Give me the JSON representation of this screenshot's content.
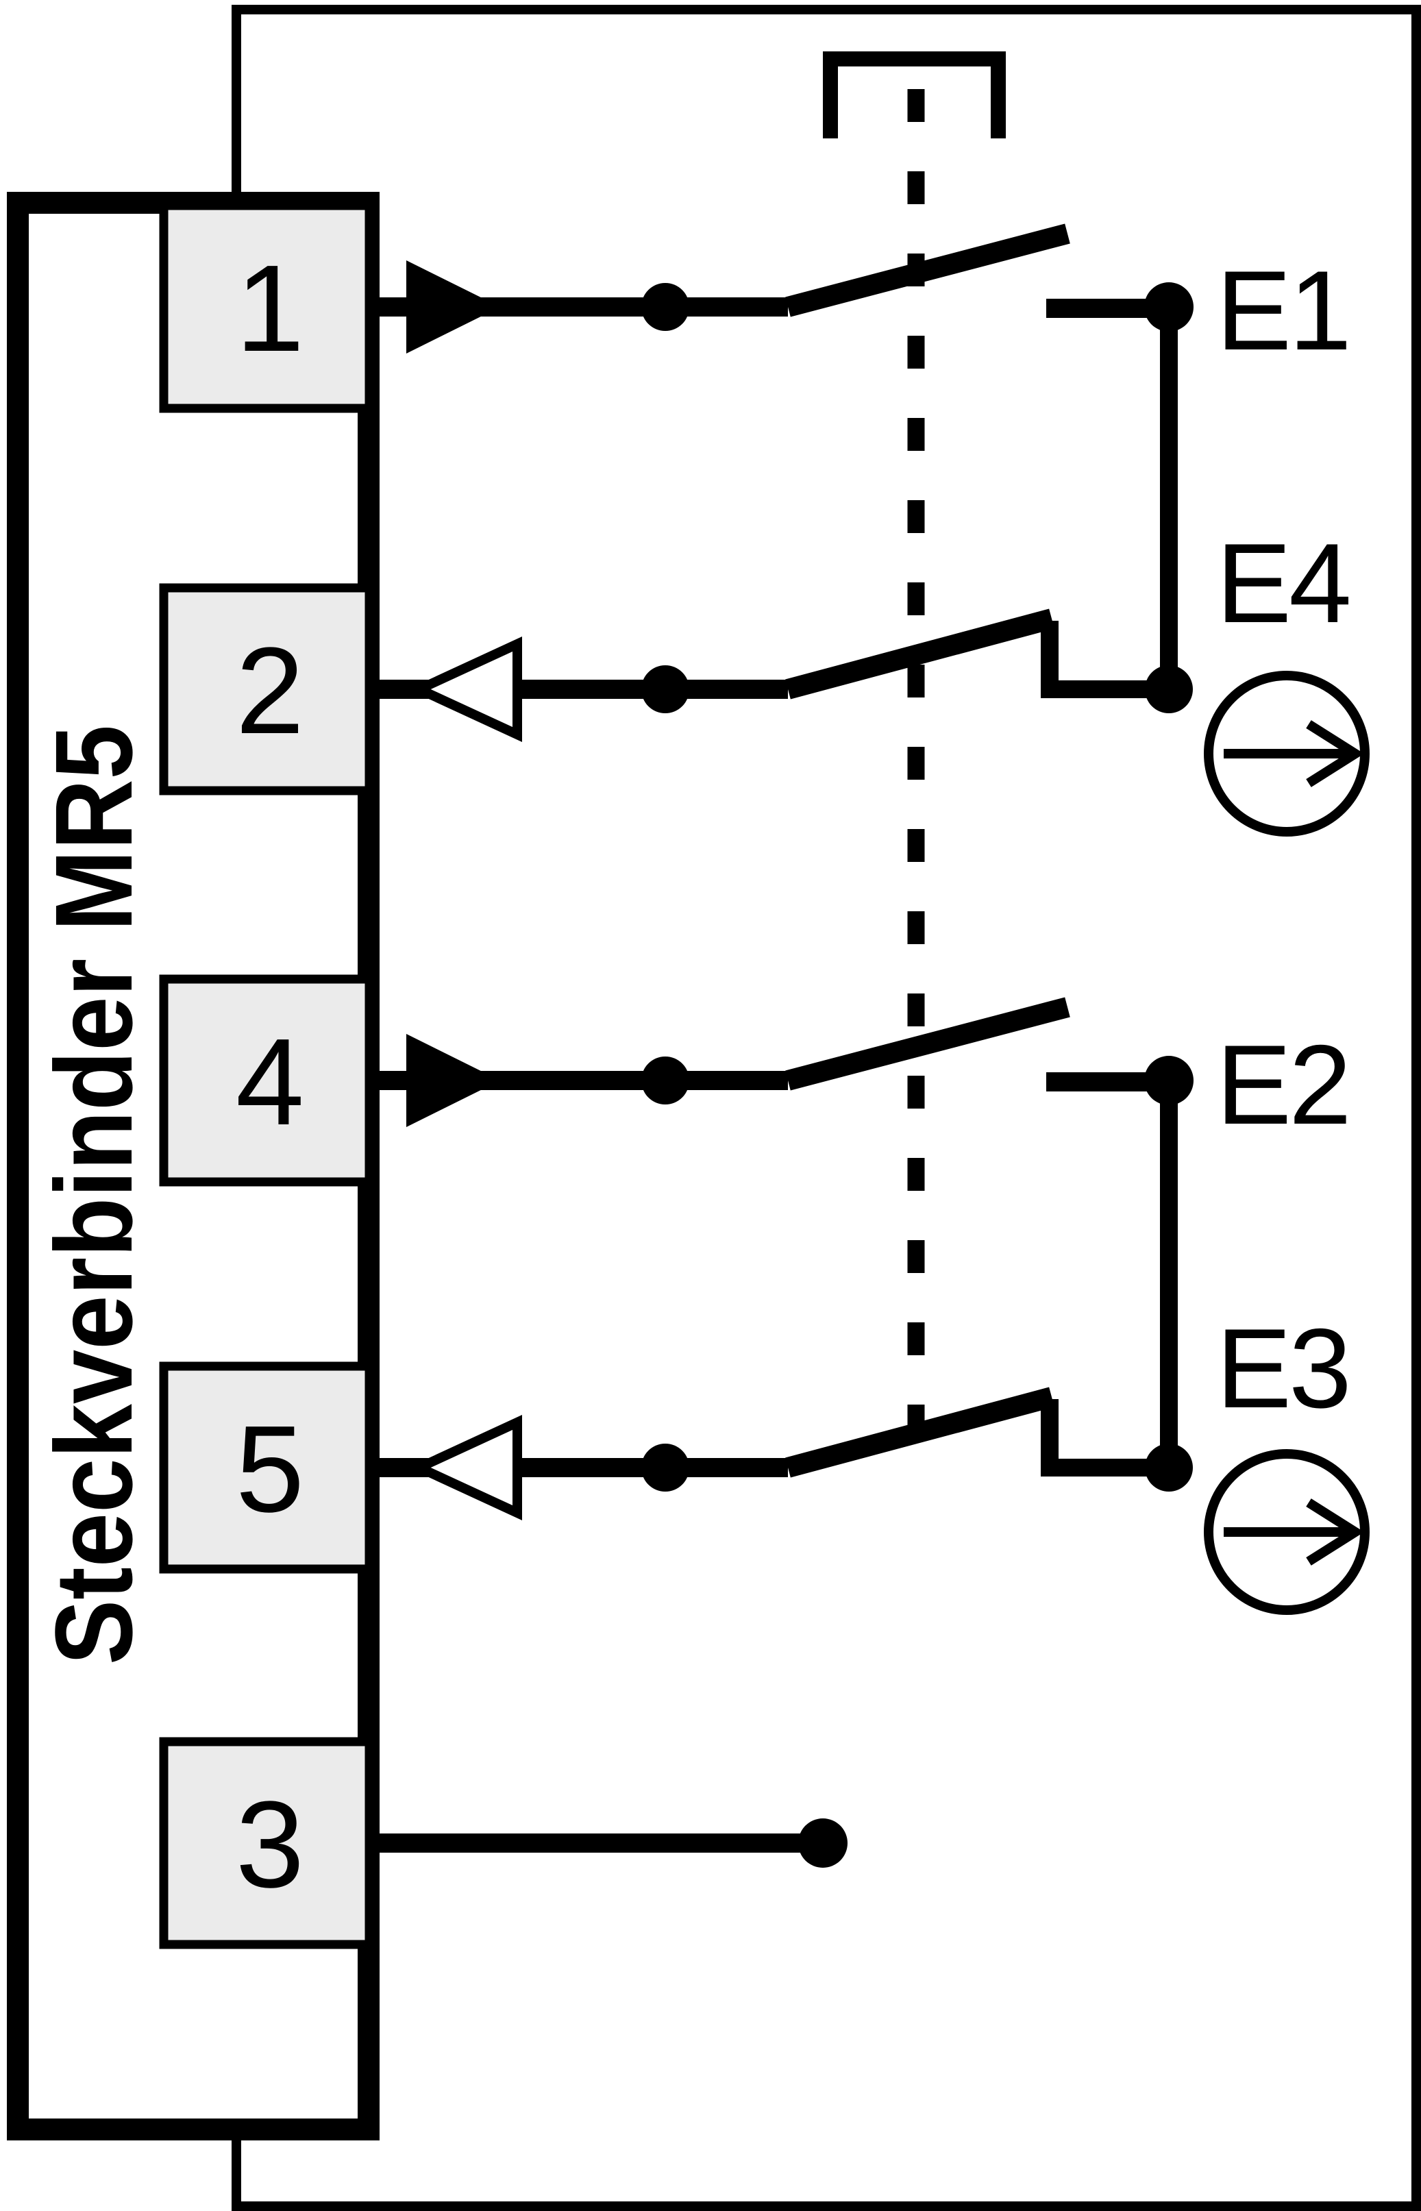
{
  "diagram": {
    "connector_label": "Steckverbinder MR5",
    "pins": [
      {
        "number": "1"
      },
      {
        "number": "2"
      },
      {
        "number": "4"
      },
      {
        "number": "5"
      },
      {
        "number": "3"
      }
    ],
    "signals": [
      {
        "label": "E1"
      },
      {
        "label": "E4"
      },
      {
        "label": "E2"
      },
      {
        "label": "E3"
      }
    ],
    "colors": {
      "line": "#000000",
      "pin_box_fill": "#ebebeb",
      "background": "#ffffff"
    }
  }
}
